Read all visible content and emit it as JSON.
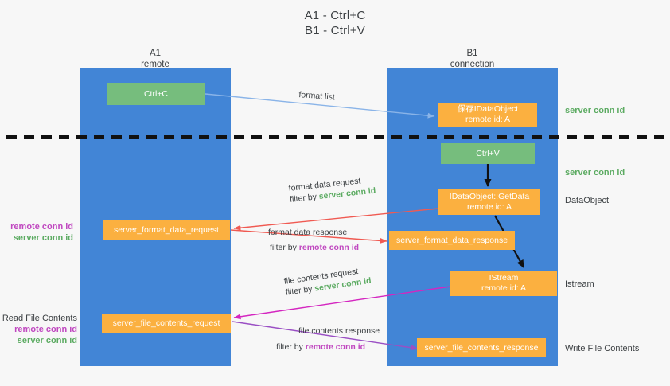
{
  "title": {
    "line1": "A1 - Ctrl+C",
    "line2": "B1 - Ctrl+V"
  },
  "columns": [
    {
      "name": "A1",
      "sub": "remote"
    },
    {
      "name": "B1",
      "sub": "connection"
    }
  ],
  "nodes": {
    "ctrl_c": {
      "label": "Ctrl+C"
    },
    "ctrl_v": {
      "label": "Ctrl+V"
    },
    "data_object_saved": {
      "line1": "保存IDataObject",
      "line2": "remote id: A"
    },
    "get_data": {
      "line1": "IDataObject::GetData",
      "line2": "remote id: A"
    },
    "istream": {
      "line1": "IStream",
      "line2": "remote id: A"
    },
    "server_format_data_request": {
      "label": "server_format_data_request"
    },
    "server_format_data_response": {
      "label": "server_format_data_response"
    },
    "server_file_contents_request": {
      "label": "server_file_contents_request"
    },
    "server_file_contents_response": {
      "label": "server_file_contents_response"
    }
  },
  "edges": {
    "format_list": {
      "label": "format list"
    },
    "format_data_request": {
      "line1": "format data request",
      "prefix": "filter by ",
      "key": "server conn id"
    },
    "format_data_response": {
      "line1": "format data response",
      "prefix": "filter by ",
      "key": "remote conn id"
    },
    "file_contents_request": {
      "line1": "file contents request",
      "prefix": "filter by ",
      "key": "server conn id"
    },
    "file_contents_response": {
      "line1": "file contents response",
      "prefix": "filter by ",
      "key": "remote conn id"
    }
  },
  "side_notes": {
    "server_conn_id_top": "server conn id",
    "server_conn_id_mid": "server conn id",
    "data_object": "DataObject",
    "istream": "Istream",
    "write_file_contents": "Write File Contents"
  },
  "left_notes": {
    "mid_remote": "remote conn id",
    "mid_server": "server conn id",
    "read_file_contents": "Read File Contents",
    "bottom_remote": "remote conn id",
    "bottom_server": "server conn id"
  },
  "colors": {
    "lane": "#4285d6",
    "green_box": "#76bd7d",
    "orange_box": "#fbb040",
    "green_text": "#5cab62",
    "purple_text": "#c048c0",
    "light_blue_arrow": "#8ab4e8",
    "red_arrow": "#f05a52",
    "magenta_arrow": "#d426c0",
    "purple_arrow": "#9a4fc4",
    "black_arrow": "#111111",
    "background": "#f7f7f7"
  }
}
